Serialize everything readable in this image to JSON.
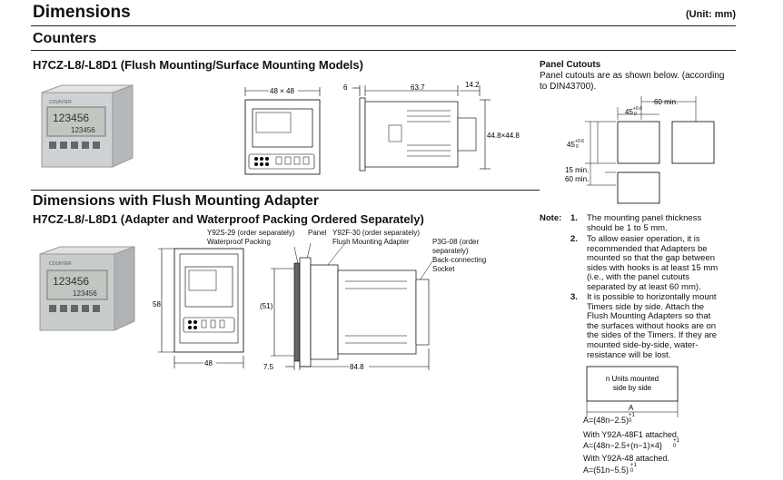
{
  "header": {
    "title": "Dimensions",
    "unit": "(Unit: mm)"
  },
  "section": {
    "title": "Counters"
  },
  "model1": {
    "title": "H7CZ-L8/-L8D1 (Flush Mounting/Surface Mounting Models)"
  },
  "photo": {
    "brand": "COUNTER",
    "digits": "123456",
    "digits2": "123456"
  },
  "front1": {
    "dim": "48 × 48"
  },
  "side1": {
    "d6": "6",
    "d637": "63.7",
    "d142": "14.2",
    "d448": "44.8×44.8"
  },
  "model2": {
    "title": "Dimensions with Flush Mounting Adapter",
    "subtitle": "H7CZ-L8/-L8D1 (Adapter and Waterproof Packing Ordered Separately)"
  },
  "front2": {
    "d58": "58",
    "d48": "48"
  },
  "side2": {
    "y92s_1": "Y92S-29 (order separately)",
    "y92s_2": "Waterproof Packing",
    "panel": "Panel",
    "y92f_1": "Y92F-30 (order separately)",
    "y92f_2": "Flush Mounting Adapter",
    "p3g_1": "P3G-08 (order",
    "p3g_2": "separately)",
    "p3g_3": "Back-connecting",
    "p3g_4": "Socket",
    "d51": "(51)",
    "d75": "7.5",
    "d848": "84.8"
  },
  "cutouts": {
    "title": "Panel Cutouts",
    "line1": "Panel cutouts are as shown below. (according",
    "line2": "to DIN43700).",
    "d60min_top": "60 min.",
    "d45a": "45",
    "d45a_tol": "+0.6",
    "d45a_tol0": "0",
    "d45b": "45",
    "d45b_tol": "+0.6",
    "d45b_tol0": "0",
    "d15min": "15 min.",
    "d60min_left": "60 min."
  },
  "notes": {
    "label": "Note:",
    "n1_num": "1.",
    "n1": [
      "The mounting panel thickness",
      "should be 1 to 5 mm."
    ],
    "n2_num": "2.",
    "n2": [
      "To allow easier operation, it is",
      "recommended that Adapters be",
      "mounted so that the gap between",
      "sides with hooks is at least 15 mm",
      "(i.e., with the panel cutouts",
      "separated by at least 60 mm)."
    ],
    "n3_num": "3.",
    "n3": [
      "It is possible to horizontally mount",
      "Timers side by side. Attach the",
      "Flush Mounting Adapters so that",
      "the surfaces without hooks are on",
      "the sides of the Timers. If they are",
      "mounted side-by-side, water-",
      "resistance will be lost."
    ]
  },
  "sidebyside": {
    "box1": "n Units mounted",
    "box2": "side by side",
    "A": "A",
    "f1": "A=(48n−2.5)",
    "f1_tol": "+1",
    "f1_tol0": "0",
    "w1": "With Y92A-48F1 attached.",
    "f2": "A={48n−2.5+(n−1)×4}",
    "f2_tol": "+1",
    "f2_tol0": "0",
    "w2": "With Y92A-48 attached.",
    "f3": "A=(51n−5.5)",
    "f3_tol": "+1",
    "f3_tol0": "0"
  }
}
